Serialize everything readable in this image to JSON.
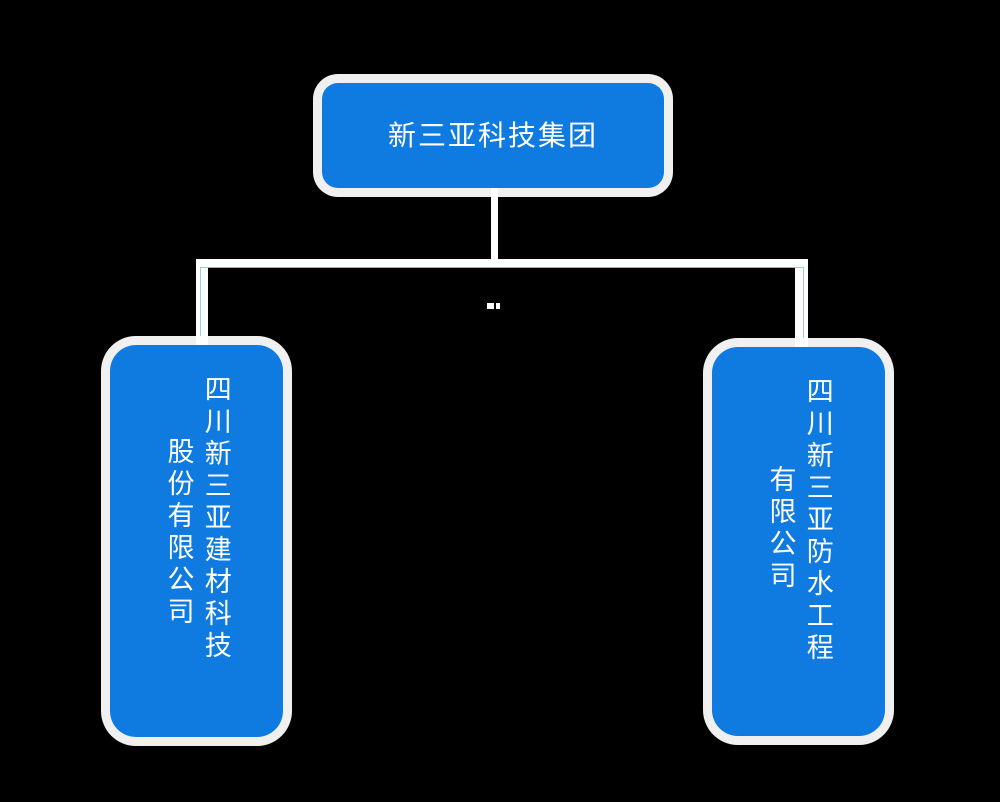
{
  "diagram": {
    "type": "org-chart",
    "background_color": "#000000",
    "node_color": "#1079e0",
    "node_text_color": "#ffffff",
    "connector_color": "#ffffff",
    "orientation": "top-down",
    "root": {
      "id": "root",
      "title": "新三亚科技集团",
      "text_direction": "horizontal"
    },
    "children": [
      {
        "id": "child-left",
        "text_direction": "vertical-rl",
        "columns": [
          "四川新三亚建材科技",
          "股份有限公司"
        ],
        "full_name": "四川新三亚建材科技股份有限公司"
      },
      {
        "id": "child-right",
        "text_direction": "vertical-rl",
        "columns": [
          "四川新三亚防水工程",
          "有限公司"
        ],
        "full_name": "四川新三亚防水工程有限公司"
      }
    ]
  }
}
